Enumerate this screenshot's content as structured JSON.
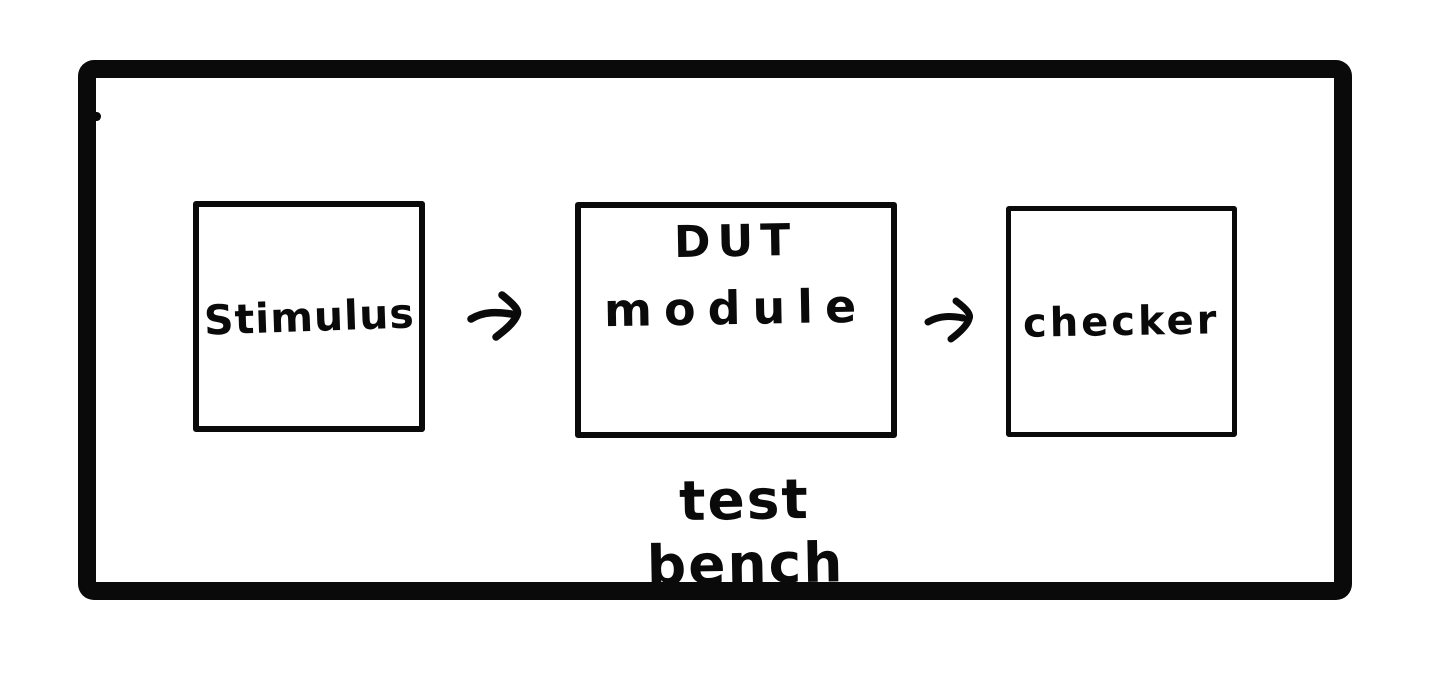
{
  "diagram": {
    "type": "block-diagram",
    "style": "hand-drawn",
    "caption": "test bench",
    "blocks": [
      {
        "id": "stimulus",
        "label": "Stimulus"
      },
      {
        "id": "dut",
        "label_line1": "DUT",
        "label_line2": "module"
      },
      {
        "id": "checker",
        "label": "checker"
      }
    ],
    "arrows": [
      {
        "from": "stimulus",
        "to": "dut",
        "glyph": "→",
        "direction": "right"
      },
      {
        "from": "dut",
        "to": "checker",
        "glyph": "→",
        "direction": "right"
      }
    ],
    "colors": {
      "ink": "#0a0a0a",
      "background": "#ffffff"
    }
  }
}
